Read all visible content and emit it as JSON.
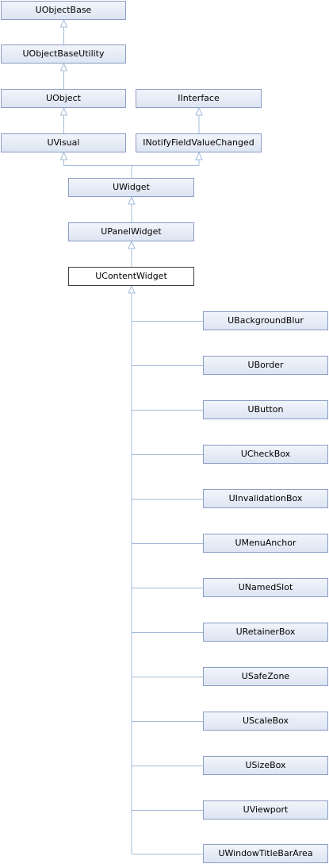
{
  "colors": {
    "edge": "#a3bcd8",
    "node_border": "#8b9dc4",
    "node_fill": "#e8edf7",
    "current_border": "#404040",
    "current_fill": "#ffffff"
  },
  "nodes": {
    "uobjectbase": "UObjectBase",
    "uobjectbaseutility": "UObjectBaseUtility",
    "uobject": "UObject",
    "iinterface": "IInterface",
    "uvisual": "UVisual",
    "inotifyfieldvaluechanged": "INotifyFieldValueChanged",
    "uwidget": "UWidget",
    "upanelwidget": "UPanelWidget",
    "ucontentwidget": "UContentWidget",
    "children": [
      "UBackgroundBlur",
      "UBorder",
      "UButton",
      "UCheckBox",
      "UInvalidationBox",
      "UMenuAnchor",
      "UNamedSlot",
      "URetainerBox",
      "USafeZone",
      "UScaleBox",
      "USizeBox",
      "UViewport",
      "UWindowTitleBarArea"
    ]
  }
}
